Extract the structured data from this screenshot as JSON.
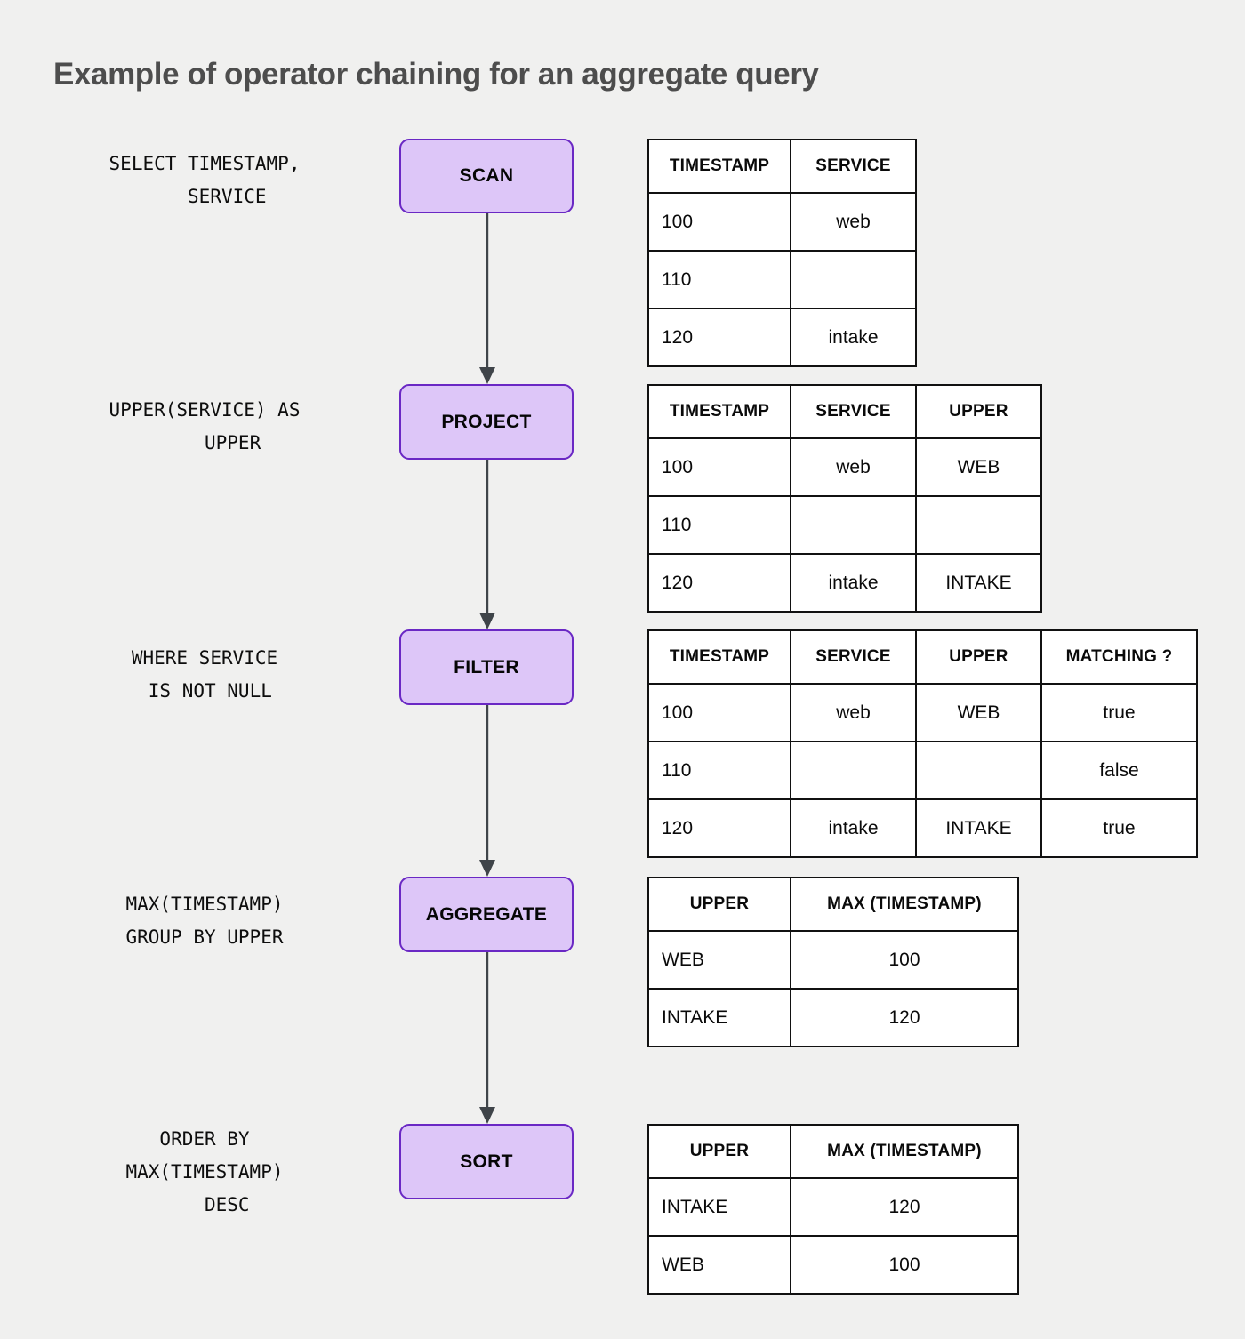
{
  "title": "Example of operator chaining for an aggregate query",
  "theme": {
    "background": "#f0f0ef",
    "box_fill": "#ddc6f8",
    "box_border": "#6a28c4",
    "arrow": "#3f4449",
    "table_border": "#111111",
    "title_color": "#4d4d4d"
  },
  "stages": [
    {
      "id": "scan",
      "sql": "SELECT TIMESTAMP,\n    SERVICE",
      "operator": "SCAN",
      "table": {
        "columns": [
          "TIMESTAMP",
          "SERVICE"
        ],
        "align": [
          "left",
          "center"
        ],
        "widths": [
          160,
          141
        ],
        "rows": [
          [
            "100",
            "web"
          ],
          [
            "110",
            ""
          ],
          [
            "120",
            "intake"
          ]
        ]
      }
    },
    {
      "id": "project",
      "sql": "UPPER(SERVICE) AS\n     UPPER",
      "operator": "PROJECT",
      "table": {
        "columns": [
          "TIMESTAMP",
          "SERVICE",
          "UPPER"
        ],
        "align": [
          "left",
          "center",
          "center"
        ],
        "widths": [
          160,
          141,
          141
        ],
        "rows": [
          [
            "100",
            "web",
            "WEB"
          ],
          [
            "110",
            "",
            ""
          ],
          [
            "120",
            "intake",
            "INTAKE"
          ]
        ]
      }
    },
    {
      "id": "filter",
      "sql": "WHERE SERVICE\n IS NOT NULL",
      "operator": "FILTER",
      "table": {
        "columns": [
          "TIMESTAMP",
          "SERVICE",
          "UPPER",
          "MATCHING ?"
        ],
        "align": [
          "left",
          "center",
          "center",
          "center"
        ],
        "widths": [
          160,
          141,
          141,
          175
        ],
        "rows": [
          [
            "100",
            "web",
            "WEB",
            "true"
          ],
          [
            "110",
            "",
            "",
            "false"
          ],
          [
            "120",
            "intake",
            "INTAKE",
            "true"
          ]
        ]
      }
    },
    {
      "id": "aggregate",
      "sql": "MAX(TIMESTAMP)\nGROUP BY UPPER",
      "operator": "AGGREGATE",
      "table": {
        "columns": [
          "UPPER",
          "MAX (TIMESTAMP)"
        ],
        "align": [
          "left",
          "center"
        ],
        "widths": [
          160,
          256
        ],
        "rows": [
          [
            "WEB",
            "100"
          ],
          [
            "INTAKE",
            "120"
          ]
        ]
      }
    },
    {
      "id": "sort",
      "sql": "ORDER BY\nMAX(TIMESTAMP)\n    DESC",
      "operator": "SORT",
      "table": {
        "columns": [
          "UPPER",
          "MAX (TIMESTAMP)"
        ],
        "align": [
          "left",
          "center"
        ],
        "widths": [
          160,
          256
        ],
        "rows": [
          [
            "INTAKE",
            "120"
          ],
          [
            "WEB",
            "100"
          ]
        ]
      }
    }
  ]
}
